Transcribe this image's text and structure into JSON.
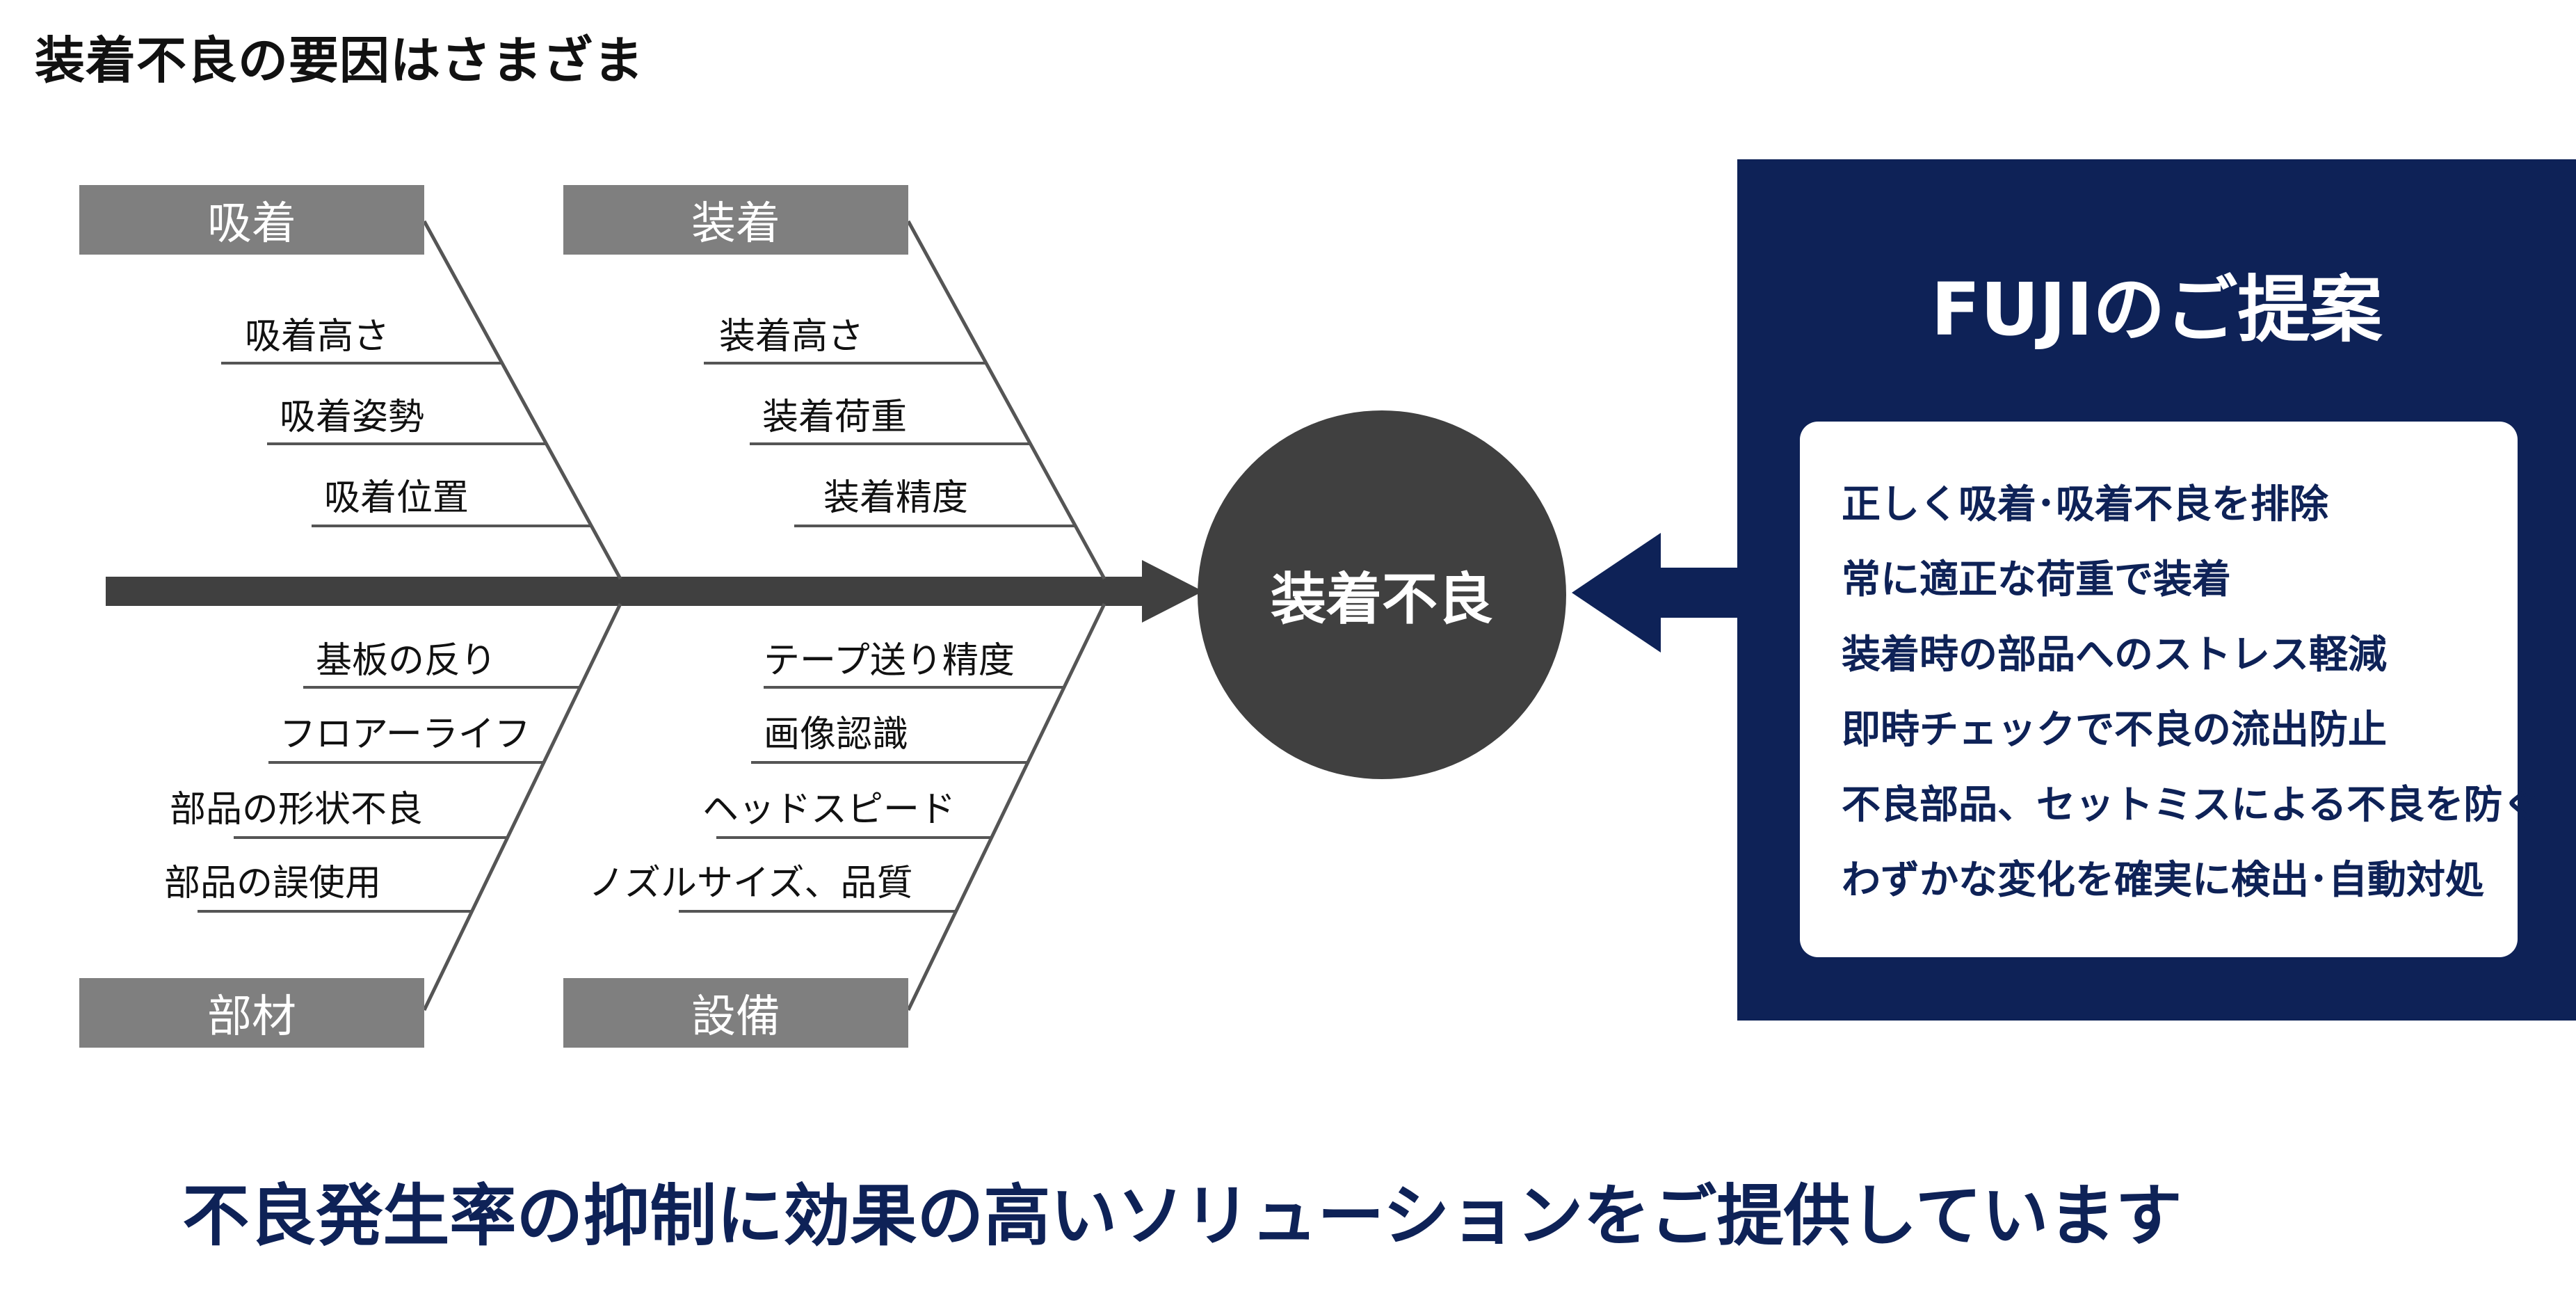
{
  "title": "装着不良の要因はさまざま",
  "categories": {
    "top_left": "吸着",
    "top_right": "装着",
    "bottom_left": "部材",
    "bottom_right": "設備"
  },
  "factors": {
    "suction": [
      "吸着高さ",
      "吸着姿勢",
      "吸着位置"
    ],
    "mounting": [
      "装着高さ",
      "装着荷重",
      "装着精度"
    ],
    "material": [
      "基板の反り",
      "フロアーライフ",
      "部品の形状不良",
      "部品の誤使用"
    ],
    "equipment": [
      "テープ送り精度",
      "画像認識",
      "ヘッドスピード",
      "ノズルサイズ、品質"
    ]
  },
  "effect": "装着不良",
  "proposal": {
    "title": "FUJIのご提案",
    "items": [
      "正しく吸着･吸着不良を排除",
      "常に適正な荷重で装着",
      "装着時の部品へのストレス軽減",
      "即時チェックで不良の流出防止",
      "不良部品、セットミスによる不良を防ぐ",
      "わずかな変化を確実に検出･自動対処"
    ]
  },
  "bottom_message": "不良発生率の抑制に効果の高いソリューションをご提供しています",
  "colors": {
    "navy": "#0e2257",
    "category_gray": "#7f7f7f",
    "circle": "#404040",
    "spine": "#404040"
  }
}
